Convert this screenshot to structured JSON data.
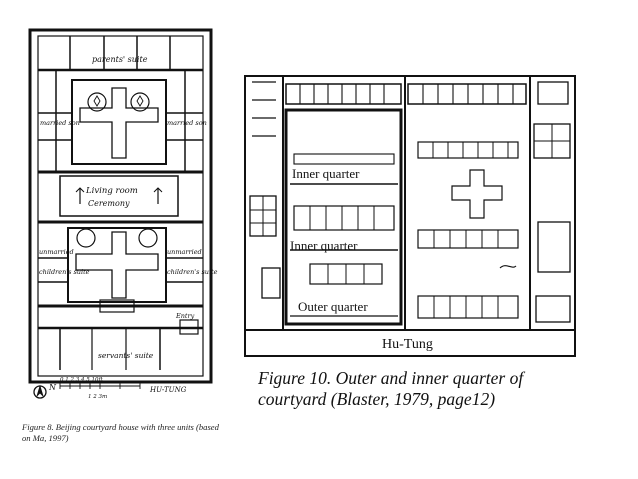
{
  "figure8": {
    "labels": {
      "parents_suite": "parents' suite",
      "married_son_left": "married son",
      "married_son_right": "married son",
      "living_room": "Living room",
      "ceremony": "Ceremony",
      "unmarried_left": "unmarried",
      "childrens_suite_left": "children's suite",
      "unmarried_right": "unmarried",
      "childrens_suite_right": "children's suite",
      "entry": "Entry",
      "servants_suite": "servants' suite",
      "north_marker": "N",
      "street": "HU-TUNG",
      "scale_a": "0 1 2 3 4 5  10ft",
      "scale_b": "1   2   3m"
    },
    "caption": "Figure 8. Beijing courtyard house with three units (based on Ma, 1997)"
  },
  "figure10": {
    "labels": {
      "inner_quarter_1": "Inner quarter",
      "inner_quarter_2": "Inner quarter",
      "outer_quarter": "Outer quarter",
      "street": "Hu-Tung"
    },
    "caption": "Figure 10. Outer and inner quarter of courtyard (Blaster, 1979, page12)"
  },
  "colors": {
    "ink": "#111111",
    "paper": "#ffffff"
  }
}
